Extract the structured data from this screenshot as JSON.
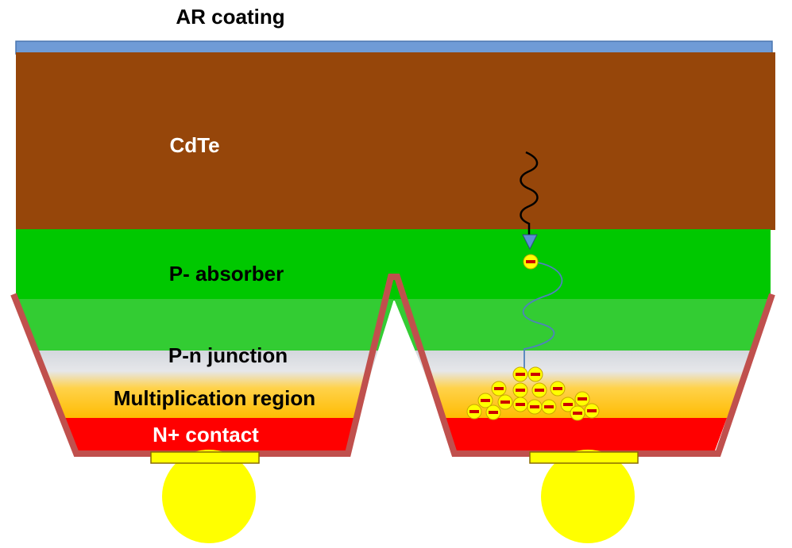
{
  "labels": {
    "ar_coating": "AR coating",
    "cdte": "CdTe",
    "p_absorber": "P- absorber",
    "pn_junction": "P-n junction",
    "multiplication": "Multiplication region",
    "n_contact": "N+ contact"
  },
  "colors": {
    "ar_coating": "#6f9bd6",
    "cdte": "#96460a",
    "p_absorber": "#00c800",
    "p_absorber_lower": "#33cc33",
    "junction": "#d3d7dd",
    "multiplication": "#ffbb00",
    "n_contact": "#ff0000",
    "pixel_border": "#c0504d",
    "bump": "#ffff00",
    "photon": "#000000",
    "electron": "#ffff00",
    "electron_mark": "#cc0000",
    "electron_path": "#4f81bd"
  },
  "avalanche_electron_count": 20
}
